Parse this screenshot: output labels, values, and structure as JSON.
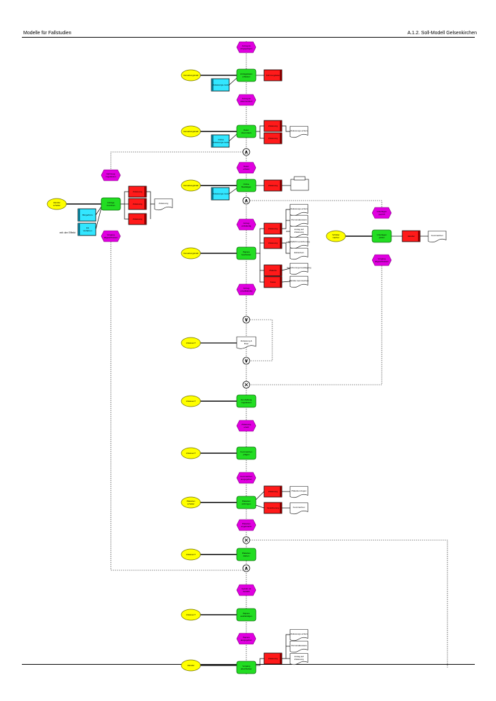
{
  "header": {
    "left": "Modelle für Fallstudien",
    "right": "A.1.2. Soll-Modell Gelsenkirchen"
  },
  "diagram": {
    "side_note": "mit der Effekt",
    "events": [
      "Antrag ist eingegangen",
      "Antrag ist dokumentiert",
      "Daten erfasst",
      "Fahrzeug zugelassen",
      "Antrag vollständig",
      "Antrag unvollständig",
      "Zulassung erteilt",
      "Kennzeichen ausgegeben",
      "Plaketten angebracht",
      "Gebühr ist bezahlt",
      "Papiere ausgegeben",
      "Vorgang abgeschlossen",
      "Unterlagen geprüft"
    ],
    "functions": [
      "Antragsdaten erfassen",
      "Daten übermitteln",
      "Online Bestätigen",
      "Anträge zuordnen",
      "Papiere bearbeiten",
      "Zur Zahlung zugelassen",
      "Kennzeichen prägen",
      "Plaketten anbringen",
      "Plaketten kleben",
      "Papiere aushändigen",
      "Unterlagen prüfen",
      "Prüfen und erfassen",
      "Vorgang abschließen"
    ],
    "org_units": [
      "Verwaltungskraft",
      "Verwaltungskraft",
      "Verwaltungskraft",
      "Händler schalter",
      "Verwaltungskraft",
      "Zulassen?",
      "Zulassen?",
      "Zulassen?",
      "Plaketten schalter",
      "Zulassen?",
      "Zulassen?",
      "Schilder macher",
      "Händler"
    ],
    "systems": [
      "Fahrzeugdaten",
      "Zulassung",
      "Zulassung",
      "Zulassung",
      "Kennzeichen",
      "Zulassung",
      "Zulassung",
      "Plakette",
      "Kasse",
      "Zulassung",
      "Versicherung",
      "Händler",
      "Zulassung"
    ],
    "applications": [
      "Zulassungs-modul",
      "Online Zulassungs-modul",
      "Zulassungs-modul",
      "Bürgerbüro",
      "Kfz Verfahren"
    ],
    "documents": [
      "Zulassungs-schein",
      "Zulassung",
      "Zulassungs-schein",
      "Personalausweis",
      "Antrag auf Zulassung",
      "Haftpflicht-versicherung",
      "Zahlschein",
      "Versicherungs-bestätigung",
      "Händler-kennzeichen",
      "Plaketten-bogen",
      "Kennzeichen",
      "Zulassung & Brief",
      "Kennzeichen"
    ],
    "bottom_documents": [
      "Zulassungs-schein",
      "Personalausweis",
      "Antrag auf Zulassung"
    ]
  }
}
